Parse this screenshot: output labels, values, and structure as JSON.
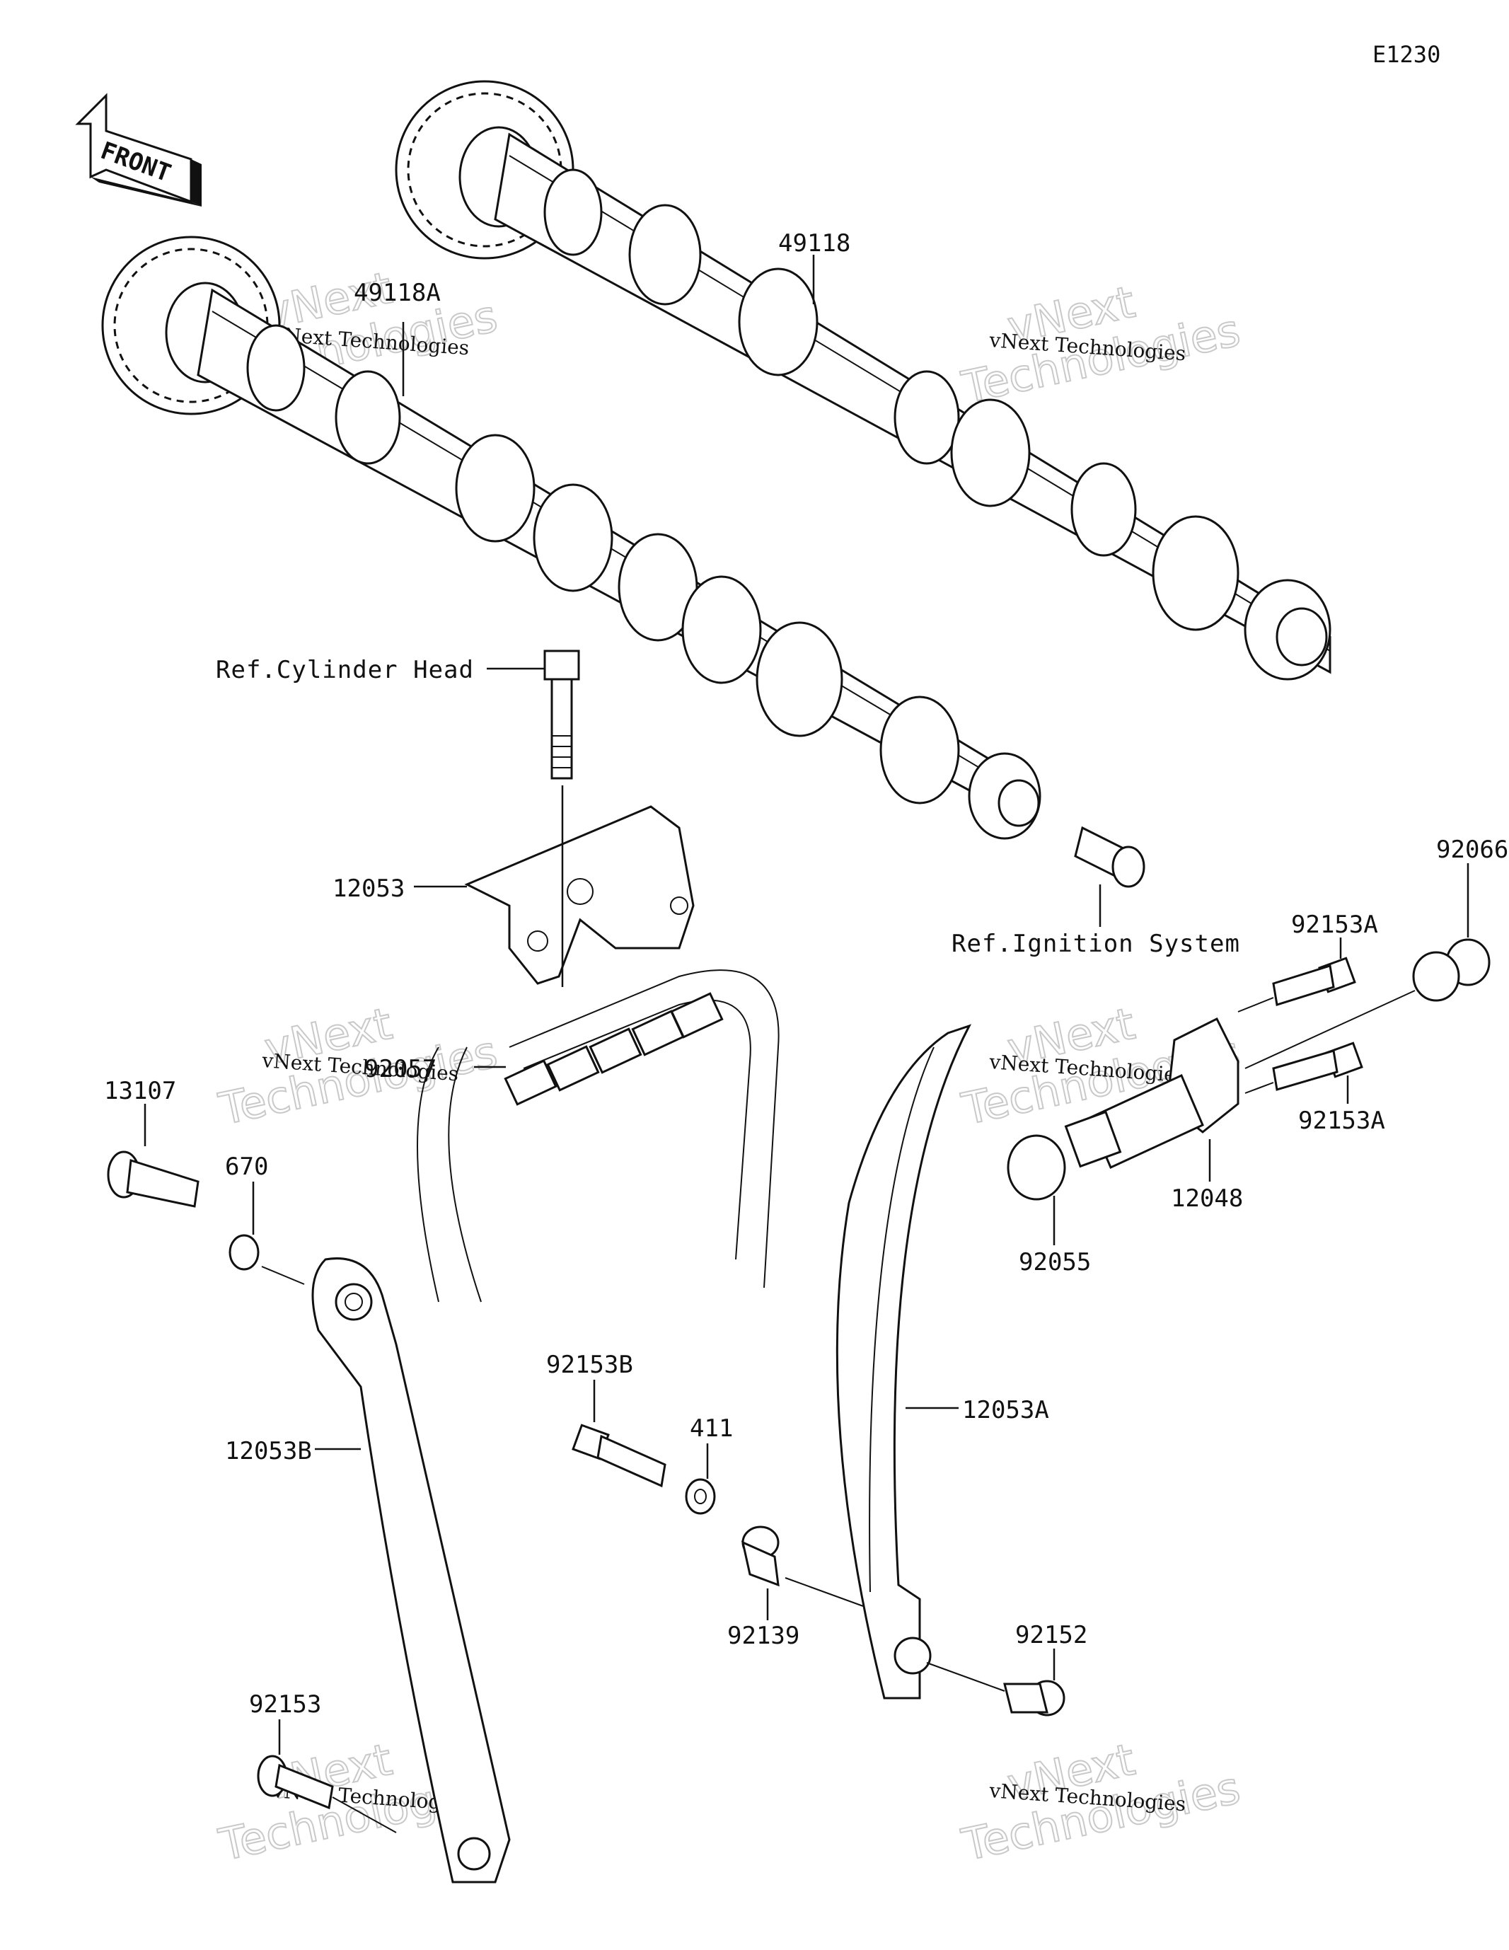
{
  "diagram_code": "E1230",
  "front_label": "FRONT",
  "parts": [
    {
      "id": "49118",
      "label": "49118"
    },
    {
      "id": "49118A",
      "label": "49118A"
    },
    {
      "id": "12053",
      "label": "12053"
    },
    {
      "id": "92057",
      "label": "92057"
    },
    {
      "id": "13107",
      "label": "13107"
    },
    {
      "id": "670",
      "label": "670"
    },
    {
      "id": "12053B",
      "label": "12053B"
    },
    {
      "id": "92153",
      "label": "92153"
    },
    {
      "id": "92153B",
      "label": "92153B"
    },
    {
      "id": "411",
      "label": "411"
    },
    {
      "id": "92139",
      "label": "92139"
    },
    {
      "id": "12053A",
      "label": "12053A"
    },
    {
      "id": "92152",
      "label": "92152"
    },
    {
      "id": "92055",
      "label": "92055"
    },
    {
      "id": "12048",
      "label": "12048"
    },
    {
      "id": "92153A_top",
      "label": "92153A"
    },
    {
      "id": "92153A_bottom",
      "label": "92153A"
    },
    {
      "id": "92066",
      "label": "92066"
    }
  ],
  "references": {
    "cylinder_head": "Ref.Cylinder Head",
    "ignition_system": "Ref.Ignition System"
  },
  "watermark": {
    "small": "vNext Technologies",
    "big_top": "vNext",
    "big_bottom": "Technologies"
  }
}
